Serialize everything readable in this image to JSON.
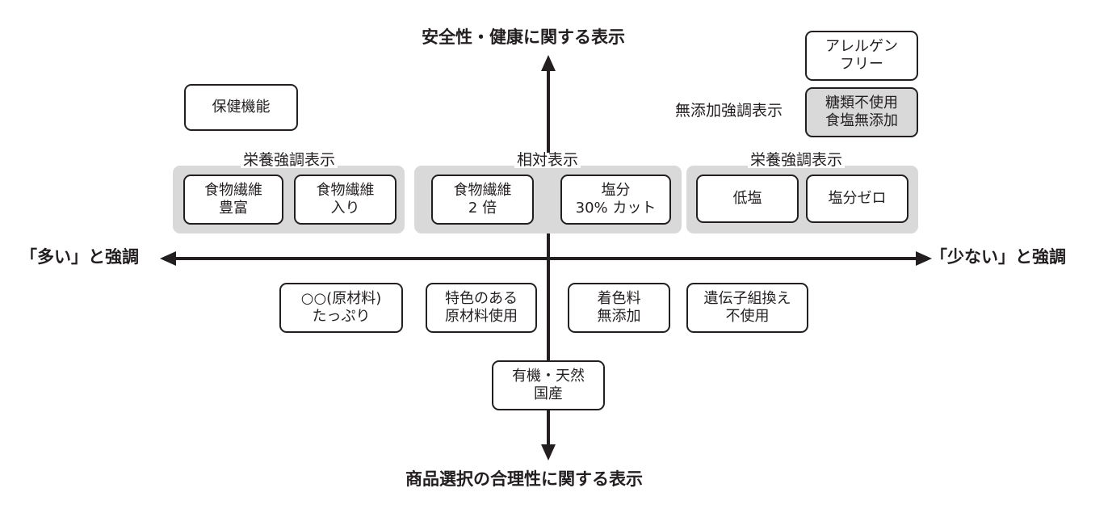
{
  "axes": {
    "top": "安全性・健康に関する表示",
    "bottom": "商品選択の合理性に関する表示",
    "left": "「多い」と強調",
    "right": "「少ない」と強調"
  },
  "groups": {
    "left": {
      "label": "栄養強調表示",
      "items": [
        {
          "line1": "食物繊維",
          "line2": "豊富"
        },
        {
          "line1": "食物繊維",
          "line2": "入り"
        }
      ]
    },
    "center": {
      "label": "相対表示",
      "items": [
        {
          "line1": "食物繊維",
          "line2": "2 倍"
        },
        {
          "line1": "塩分",
          "line2": "30% カット"
        }
      ]
    },
    "right": {
      "label": "栄養強調表示",
      "items": [
        {
          "line1": "低塩"
        },
        {
          "line1": "塩分ゼロ"
        }
      ]
    }
  },
  "boxes": {
    "health_function": "保健機能",
    "allergen_free": {
      "line1": "アレルゲン",
      "line2": "フリー"
    },
    "additive_free": {
      "label": "無添加強調表示",
      "line1": "糖類不使用",
      "line2": "食塩無添加"
    },
    "plenty": {
      "line1": "○○(原材料)",
      "line2": "たっぷり"
    },
    "special_ingredient": {
      "line1": "特色のある",
      "line2": "原材料使用"
    },
    "no_coloring": {
      "line1": "着色料",
      "line2": "無添加"
    },
    "non_gmo": {
      "line1": "遺伝子組換え",
      "line2": "不使用"
    },
    "organic": {
      "line1": "有機・天然",
      "line2": "国産"
    }
  },
  "colors": {
    "ink": "#231f20",
    "group_background": "#d9d9d9"
  }
}
